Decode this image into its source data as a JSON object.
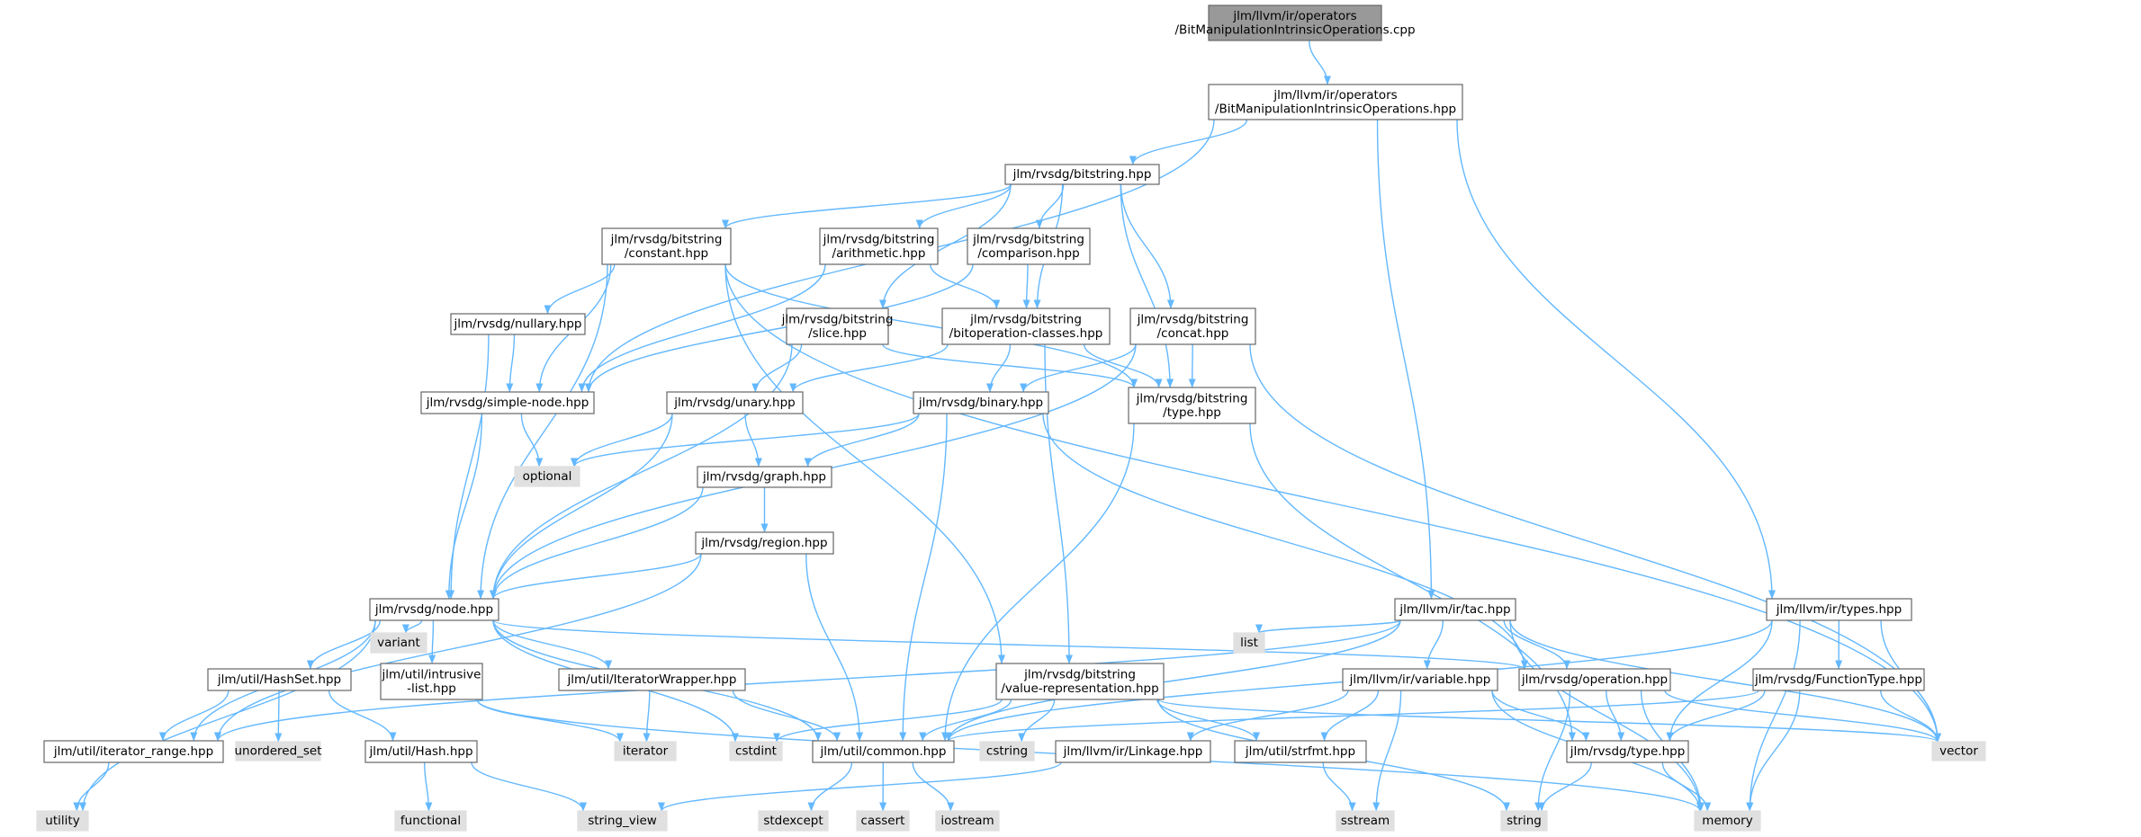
{
  "colors": {
    "edge": "#63b8ff",
    "node_border": "#666666",
    "node_fill": "#ffffff",
    "root_fill": "#999999",
    "root_border": "#666666",
    "system_fill": "#e0e0e0",
    "system_border": "#e0e0e0"
  },
  "nodes": [
    {
      "id": "root",
      "label": [
        "jlm/llvm/ir/operators",
        "/BitManipulationIntrinsicOperations.cpp"
      ],
      "kind": "root"
    },
    {
      "id": "bmio_hpp",
      "label": [
        "jlm/llvm/ir/operators",
        "/BitManipulationIntrinsicOperations.hpp"
      ],
      "kind": "file"
    },
    {
      "id": "bitstring_hpp",
      "label": [
        "jlm/rvsdg/bitstring.hpp"
      ],
      "kind": "file"
    },
    {
      "id": "constant_hpp",
      "label": [
        "jlm/rvsdg/bitstring",
        "/constant.hpp"
      ],
      "kind": "file"
    },
    {
      "id": "arithmetic_hpp",
      "label": [
        "jlm/rvsdg/bitstring",
        "/arithmetic.hpp"
      ],
      "kind": "file"
    },
    {
      "id": "comparison_hpp",
      "label": [
        "jlm/rvsdg/bitstring",
        "/comparison.hpp"
      ],
      "kind": "file"
    },
    {
      "id": "nullary_hpp",
      "label": [
        "jlm/rvsdg/nullary.hpp"
      ],
      "kind": "file"
    },
    {
      "id": "slice_hpp",
      "label": [
        "jlm/rvsdg/bitstring",
        "/slice.hpp"
      ],
      "kind": "file"
    },
    {
      "id": "bitop_hpp",
      "label": [
        "jlm/rvsdg/bitstring",
        "/bitoperation-classes.hpp"
      ],
      "kind": "file"
    },
    {
      "id": "concat_hpp",
      "label": [
        "jlm/rvsdg/bitstring",
        "/concat.hpp"
      ],
      "kind": "file"
    },
    {
      "id": "simplenode_hpp",
      "label": [
        "jlm/rvsdg/simple-node.hpp"
      ],
      "kind": "file"
    },
    {
      "id": "unary_hpp",
      "label": [
        "jlm/rvsdg/unary.hpp"
      ],
      "kind": "file"
    },
    {
      "id": "binary_hpp",
      "label": [
        "jlm/rvsdg/binary.hpp"
      ],
      "kind": "file"
    },
    {
      "id": "bittype_hpp",
      "label": [
        "jlm/rvsdg/bitstring",
        "/type.hpp"
      ],
      "kind": "file"
    },
    {
      "id": "optional",
      "label": [
        "optional"
      ],
      "kind": "system"
    },
    {
      "id": "graph_hpp",
      "label": [
        "jlm/rvsdg/graph.hpp"
      ],
      "kind": "file"
    },
    {
      "id": "region_hpp",
      "label": [
        "jlm/rvsdg/region.hpp"
      ],
      "kind": "file"
    },
    {
      "id": "node_hpp",
      "label": [
        "jlm/rvsdg/node.hpp"
      ],
      "kind": "file"
    },
    {
      "id": "tac_hpp",
      "label": [
        "jlm/llvm/ir/tac.hpp"
      ],
      "kind": "file"
    },
    {
      "id": "types_hpp",
      "label": [
        "jlm/llvm/ir/types.hpp"
      ],
      "kind": "file"
    },
    {
      "id": "variant",
      "label": [
        "variant"
      ],
      "kind": "system"
    },
    {
      "id": "hashset_hpp",
      "label": [
        "jlm/util/HashSet.hpp"
      ],
      "kind": "file"
    },
    {
      "id": "intrusive_hpp",
      "label": [
        "jlm/util/intrusive",
        "-list.hpp"
      ],
      "kind": "file"
    },
    {
      "id": "iterwrap_hpp",
      "label": [
        "jlm/util/IteratorWrapper.hpp"
      ],
      "kind": "file"
    },
    {
      "id": "valuerep_hpp",
      "label": [
        "jlm/rvsdg/bitstring",
        "/value-representation.hpp"
      ],
      "kind": "file"
    },
    {
      "id": "list",
      "label": [
        "list"
      ],
      "kind": "system"
    },
    {
      "id": "variable_hpp",
      "label": [
        "jlm/llvm/ir/variable.hpp"
      ],
      "kind": "file"
    },
    {
      "id": "operation_hpp",
      "label": [
        "jlm/rvsdg/operation.hpp"
      ],
      "kind": "file"
    },
    {
      "id": "functype_hpp",
      "label": [
        "jlm/rvsdg/FunctionType.hpp"
      ],
      "kind": "file"
    },
    {
      "id": "iterrange_hpp",
      "label": [
        "jlm/util/iterator_range.hpp"
      ],
      "kind": "file"
    },
    {
      "id": "unordered_set",
      "label": [
        "unordered_set"
      ],
      "kind": "system"
    },
    {
      "id": "hash_hpp",
      "label": [
        "jlm/util/Hash.hpp"
      ],
      "kind": "file"
    },
    {
      "id": "iterator",
      "label": [
        "iterator"
      ],
      "kind": "system"
    },
    {
      "id": "cstdint",
      "label": [
        "cstdint"
      ],
      "kind": "system"
    },
    {
      "id": "common_hpp",
      "label": [
        "jlm/util/common.hpp"
      ],
      "kind": "file"
    },
    {
      "id": "cstring",
      "label": [
        "cstring"
      ],
      "kind": "system"
    },
    {
      "id": "linkage_hpp",
      "label": [
        "jlm/llvm/ir/Linkage.hpp"
      ],
      "kind": "file"
    },
    {
      "id": "strfmt_hpp",
      "label": [
        "jlm/util/strfmt.hpp"
      ],
      "kind": "file"
    },
    {
      "id": "rvtype_hpp",
      "label": [
        "jlm/rvsdg/type.hpp"
      ],
      "kind": "file"
    },
    {
      "id": "vector",
      "label": [
        "vector"
      ],
      "kind": "system"
    },
    {
      "id": "utility",
      "label": [
        "utility"
      ],
      "kind": "system"
    },
    {
      "id": "functional",
      "label": [
        "functional"
      ],
      "kind": "system"
    },
    {
      "id": "string_view",
      "label": [
        "string_view"
      ],
      "kind": "system"
    },
    {
      "id": "stdexcept",
      "label": [
        "stdexcept"
      ],
      "kind": "system"
    },
    {
      "id": "cassert",
      "label": [
        "cassert"
      ],
      "kind": "system"
    },
    {
      "id": "iostream",
      "label": [
        "iostream"
      ],
      "kind": "system"
    },
    {
      "id": "sstream",
      "label": [
        "sstream"
      ],
      "kind": "system"
    },
    {
      "id": "string",
      "label": [
        "string"
      ],
      "kind": "system"
    },
    {
      "id": "memory",
      "label": [
        "memory"
      ],
      "kind": "system"
    }
  ],
  "edges": [
    [
      "root",
      "bmio_hpp"
    ],
    [
      "bmio_hpp",
      "bitstring_hpp"
    ],
    [
      "bmio_hpp",
      "simplenode_hpp"
    ],
    [
      "bmio_hpp",
      "tac_hpp"
    ],
    [
      "bmio_hpp",
      "types_hpp"
    ],
    [
      "bitstring_hpp",
      "constant_hpp"
    ],
    [
      "bitstring_hpp",
      "arithmetic_hpp"
    ],
    [
      "bitstring_hpp",
      "comparison_hpp"
    ],
    [
      "bitstring_hpp",
      "slice_hpp"
    ],
    [
      "bitstring_hpp",
      "bitop_hpp"
    ],
    [
      "bitstring_hpp",
      "concat_hpp"
    ],
    [
      "bitstring_hpp",
      "bittype_hpp"
    ],
    [
      "constant_hpp",
      "nullary_hpp"
    ],
    [
      "constant_hpp",
      "simplenode_hpp"
    ],
    [
      "constant_hpp",
      "node_hpp"
    ],
    [
      "constant_hpp",
      "valuerep_hpp"
    ],
    [
      "constant_hpp",
      "bittype_hpp"
    ],
    [
      "constant_hpp",
      "vector"
    ],
    [
      "arithmetic_hpp",
      "bitop_hpp"
    ],
    [
      "arithmetic_hpp",
      "simplenode_hpp"
    ],
    [
      "comparison_hpp",
      "bitop_hpp"
    ],
    [
      "comparison_hpp",
      "simplenode_hpp"
    ],
    [
      "nullary_hpp",
      "simplenode_hpp"
    ],
    [
      "nullary_hpp",
      "node_hpp"
    ],
    [
      "slice_hpp",
      "unary_hpp"
    ],
    [
      "slice_hpp",
      "bittype_hpp"
    ],
    [
      "slice_hpp",
      "node_hpp"
    ],
    [
      "bitop_hpp",
      "binary_hpp"
    ],
    [
      "bitop_hpp",
      "unary_hpp"
    ],
    [
      "bitop_hpp",
      "bittype_hpp"
    ],
    [
      "bitop_hpp",
      "valuerep_hpp"
    ],
    [
      "concat_hpp",
      "binary_hpp"
    ],
    [
      "concat_hpp",
      "bittype_hpp"
    ],
    [
      "concat_hpp",
      "node_hpp"
    ],
    [
      "concat_hpp",
      "vector"
    ],
    [
      "simplenode_hpp",
      "optional"
    ],
    [
      "simplenode_hpp",
      "node_hpp"
    ],
    [
      "unary_hpp",
      "optional"
    ],
    [
      "unary_hpp",
      "graph_hpp"
    ],
    [
      "unary_hpp",
      "node_hpp"
    ],
    [
      "binary_hpp",
      "optional"
    ],
    [
      "binary_hpp",
      "graph_hpp"
    ],
    [
      "binary_hpp",
      "operation_hpp"
    ],
    [
      "binary_hpp",
      "common_hpp"
    ],
    [
      "bittype_hpp",
      "rvtype_hpp"
    ],
    [
      "bittype_hpp",
      "common_hpp"
    ],
    [
      "graph_hpp",
      "region_hpp"
    ],
    [
      "graph_hpp",
      "node_hpp"
    ],
    [
      "region_hpp",
      "node_hpp"
    ],
    [
      "region_hpp",
      "iterrange_hpp"
    ],
    [
      "region_hpp",
      "common_hpp"
    ],
    [
      "node_hpp",
      "variant"
    ],
    [
      "node_hpp",
      "hashset_hpp"
    ],
    [
      "node_hpp",
      "intrusive_hpp"
    ],
    [
      "node_hpp",
      "iterwrap_hpp"
    ],
    [
      "node_hpp",
      "operation_hpp"
    ],
    [
      "node_hpp",
      "iterrange_hpp"
    ],
    [
      "node_hpp",
      "common_hpp"
    ],
    [
      "node_hpp",
      "cstdint"
    ],
    [
      "node_hpp",
      "utility"
    ],
    [
      "tac_hpp",
      "list"
    ],
    [
      "tac_hpp",
      "variable_hpp"
    ],
    [
      "tac_hpp",
      "operation_hpp"
    ],
    [
      "tac_hpp",
      "common_hpp"
    ],
    [
      "tac_hpp",
      "iterrange_hpp"
    ],
    [
      "tac_hpp",
      "memory"
    ],
    [
      "tac_hpp",
      "vector"
    ],
    [
      "types_hpp",
      "functype_hpp"
    ],
    [
      "types_hpp",
      "rvtype_hpp"
    ],
    [
      "types_hpp",
      "common_hpp"
    ],
    [
      "types_hpp",
      "vector"
    ],
    [
      "types_hpp",
      "memory"
    ],
    [
      "hashset_hpp",
      "unordered_set"
    ],
    [
      "hashset_hpp",
      "hash_hpp"
    ],
    [
      "hashset_hpp",
      "iterrange_hpp"
    ],
    [
      "intrusive_hpp",
      "iterator"
    ],
    [
      "intrusive_hpp",
      "memory"
    ],
    [
      "iterwrap_hpp",
      "iterator"
    ],
    [
      "iterwrap_hpp",
      "common_hpp"
    ],
    [
      "valuerep_hpp",
      "common_hpp"
    ],
    [
      "valuerep_hpp",
      "cstdint"
    ],
    [
      "valuerep_hpp",
      "cstring"
    ],
    [
      "valuerep_hpp",
      "strfmt_hpp"
    ],
    [
      "valuerep_hpp",
      "string"
    ],
    [
      "valuerep_hpp",
      "vector"
    ],
    [
      "variable_hpp",
      "linkage_hpp"
    ],
    [
      "variable_hpp",
      "strfmt_hpp"
    ],
    [
      "variable_hpp",
      "rvtype_hpp"
    ],
    [
      "variable_hpp",
      "sstream"
    ],
    [
      "variable_hpp",
      "memory"
    ],
    [
      "operation_hpp",
      "rvtype_hpp"
    ],
    [
      "operation_hpp",
      "string"
    ],
    [
      "operation_hpp",
      "vector"
    ],
    [
      "operation_hpp",
      "memory"
    ],
    [
      "functype_hpp",
      "rvtype_hpp"
    ],
    [
      "functype_hpp",
      "common_hpp"
    ],
    [
      "functype_hpp",
      "vector"
    ],
    [
      "functype_hpp",
      "memory"
    ],
    [
      "iterrange_hpp",
      "utility"
    ],
    [
      "hash_hpp",
      "functional"
    ],
    [
      "hash_hpp",
      "string_view"
    ],
    [
      "common_hpp",
      "stdexcept"
    ],
    [
      "common_hpp",
      "cassert"
    ],
    [
      "common_hpp",
      "iostream"
    ],
    [
      "linkage_hpp",
      "string_view"
    ],
    [
      "strfmt_hpp",
      "sstream"
    ],
    [
      "rvtype_hpp",
      "string"
    ],
    [
      "rvtype_hpp",
      "memory"
    ]
  ]
}
